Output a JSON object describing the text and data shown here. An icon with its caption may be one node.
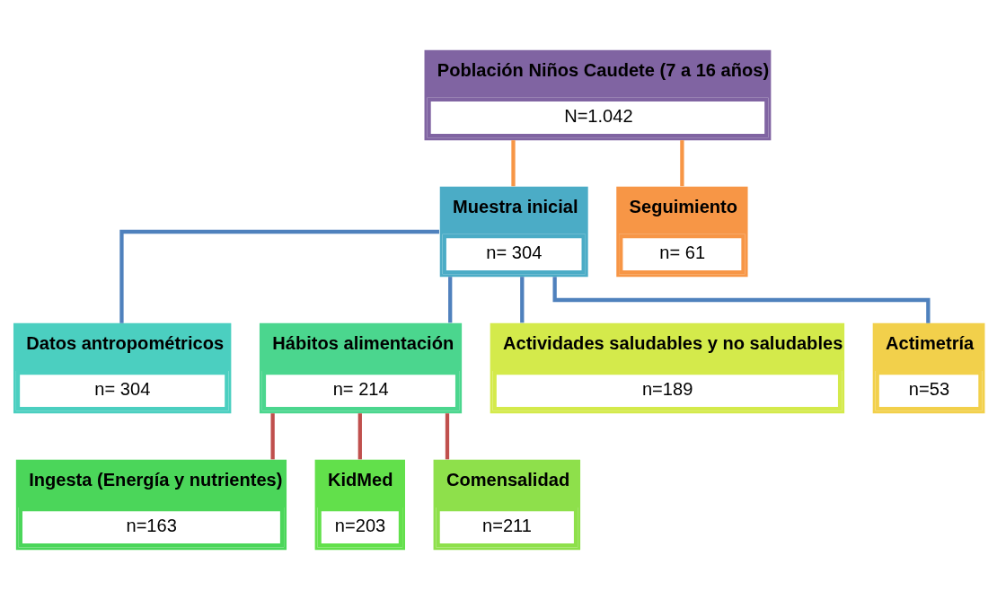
{
  "diagram": {
    "nodes": [
      {
        "text": [
          "Población Niños Caudete (7 a 16 años)",
          "N=1.042"
        ]
      },
      {
        "text": [
          "Muestra inicial",
          "n= 304"
        ]
      },
      {
        "text": [
          "Seguimiento",
          "n= 61"
        ]
      },
      {
        "text": [
          "Datos antropométricos",
          "n= 304"
        ]
      },
      {
        "text": [
          "Hábitos alimentación",
          "n= 214"
        ]
      },
      {
        "text": [
          "Actividades saludables y no saludables",
          "n=189"
        ]
      },
      {
        "text": [
          "Actimetría",
          "n=53"
        ]
      },
      {
        "text": [
          "Ingesta (Energía y nutrientes)",
          "n=163"
        ]
      },
      {
        "text": [
          "KidMed",
          "n=203"
        ]
      },
      {
        "text": [
          "Comensalidad",
          "n=211"
        ]
      }
    ],
    "edges": [
      {
        "from": 0,
        "to": 1,
        "arrow": "none",
        "color": "#f79646"
      },
      {
        "from": 0,
        "to": 2,
        "arrow": "none",
        "color": "#f79646"
      },
      {
        "from": 1,
        "to": 3,
        "arrow": "none"
      },
      {
        "from": 1,
        "to": 4,
        "arrow": "none"
      },
      {
        "from": 1,
        "to": 5,
        "arrow": "none"
      },
      {
        "from": 1,
        "to": 6,
        "arrow": "none"
      },
      {
        "from": 4,
        "to": 7,
        "arrow": "none",
        "color": "#c0504d"
      },
      {
        "from": 4,
        "to": 8,
        "arrow": "none",
        "color": "#c0504d"
      },
      {
        "from": 4,
        "to": 9,
        "arrow": "none",
        "color": "#c0504d"
      }
    ]
  }
}
